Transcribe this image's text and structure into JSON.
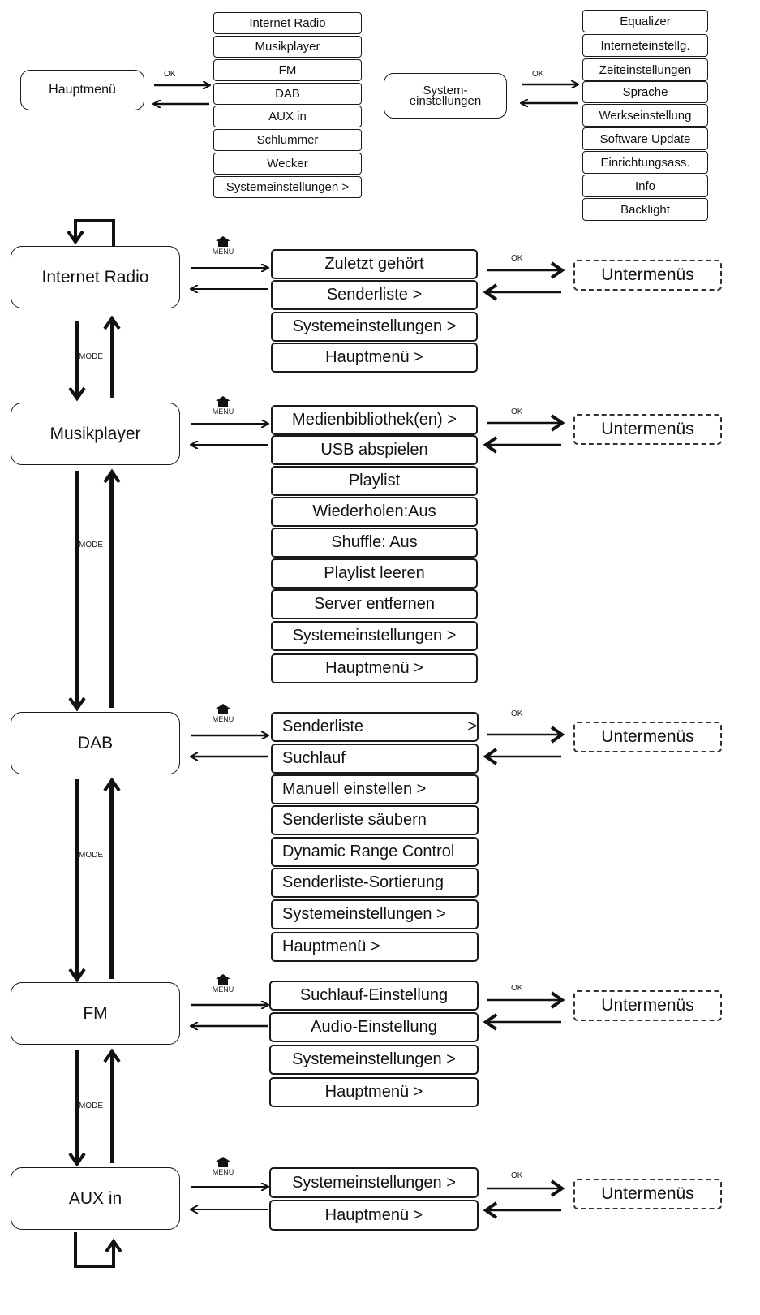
{
  "labels": {
    "ok": "OK",
    "mode": "MODE",
    "menu": "MENU"
  },
  "top": {
    "hauptmenu": "Hauptmenü",
    "hauptmenu_items": [
      "Internet Radio",
      "Musikplayer",
      "FM",
      "DAB",
      "AUX in",
      "Schlummer",
      "Wecker",
      "Systemeinstellungen >"
    ],
    "system_line1": "System-",
    "system_line2": "einstellungen",
    "system_items": [
      "Equalizer",
      "Interneteinstellg.",
      "Zeiteinstellungen",
      "Sprache",
      "Werkseinstellung",
      "Software Update",
      "Einrichtungsass.",
      "Info",
      "Backlight"
    ]
  },
  "internet_radio": {
    "title": "Internet Radio",
    "items": [
      "Zuletzt gehört",
      "Senderliste >",
      "Systemeinstellungen >",
      "Hauptmenü >"
    ],
    "submenu": "Untermenüs"
  },
  "musikplayer": {
    "title": "Musikplayer",
    "items": [
      "Medienbibliothek(en) >",
      "USB abspielen",
      "Playlist",
      "Wiederholen:Aus",
      "Shuffle: Aus",
      "Playlist leeren",
      "Server entfernen",
      "Systemeinstellungen >",
      "Hauptmenü >"
    ],
    "submenu": "Untermenüs"
  },
  "dab": {
    "title": "DAB",
    "items": [
      "Senderliste",
      "Suchlauf",
      "Manuell einstellen  >",
      "Senderliste säubern",
      "Dynamic Range Control",
      "Senderliste-Sortierung",
      "Systemeinstellungen >",
      "Hauptmenü  >"
    ],
    "senderliste_suffix": ">",
    "submenu": "Untermenüs"
  },
  "fm": {
    "title": "FM",
    "items": [
      "Suchlauf-Einstellung",
      "Audio-Einstellung",
      "Systemeinstellungen >",
      "Hauptmenü >"
    ],
    "submenu": "Untermenüs"
  },
  "aux": {
    "title": "AUX in",
    "items": [
      "Systemeinstellungen >",
      "Hauptmenü >"
    ],
    "submenu": "Untermenüs"
  }
}
